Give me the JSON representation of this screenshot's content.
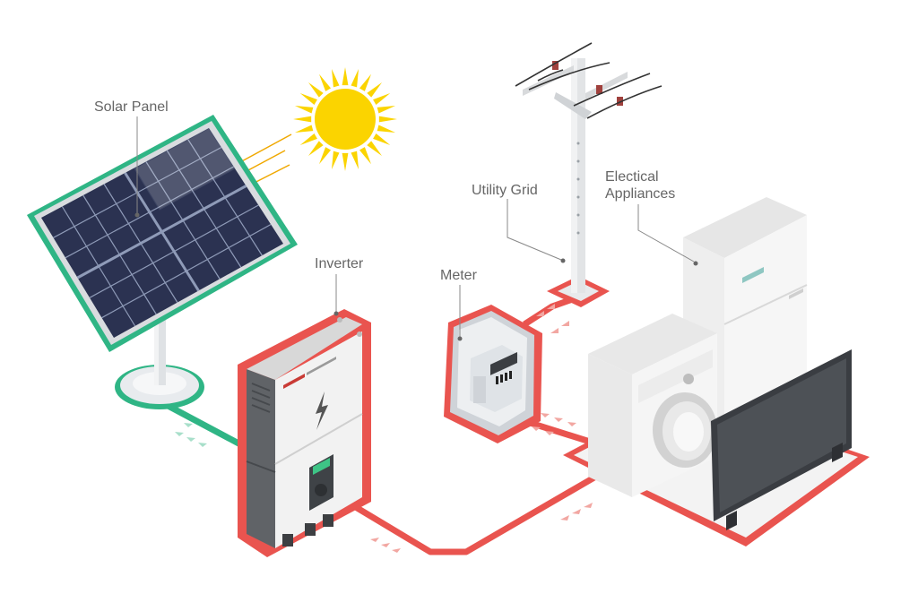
{
  "labels": {
    "solar_panel": "Solar Panel",
    "inverter": "Inverter",
    "meter": "Meter",
    "utility_grid": "Utility Grid",
    "appliances_line1": "Electical",
    "appliances_line2": "Appliances"
  },
  "colors": {
    "solar_wire": "#2fb585",
    "grid_wire": "#e9544f",
    "sun": "#fbd400",
    "panel_cell": "#2b3251",
    "panel_frame": "#d9dcdf",
    "device_body": "#f0f0f0",
    "device_dark": "#6a6a6a",
    "tv_screen": "#4a4d52",
    "label_text": "#666666"
  },
  "icons": [
    "sun-icon",
    "lightning-bolt-icon"
  ]
}
